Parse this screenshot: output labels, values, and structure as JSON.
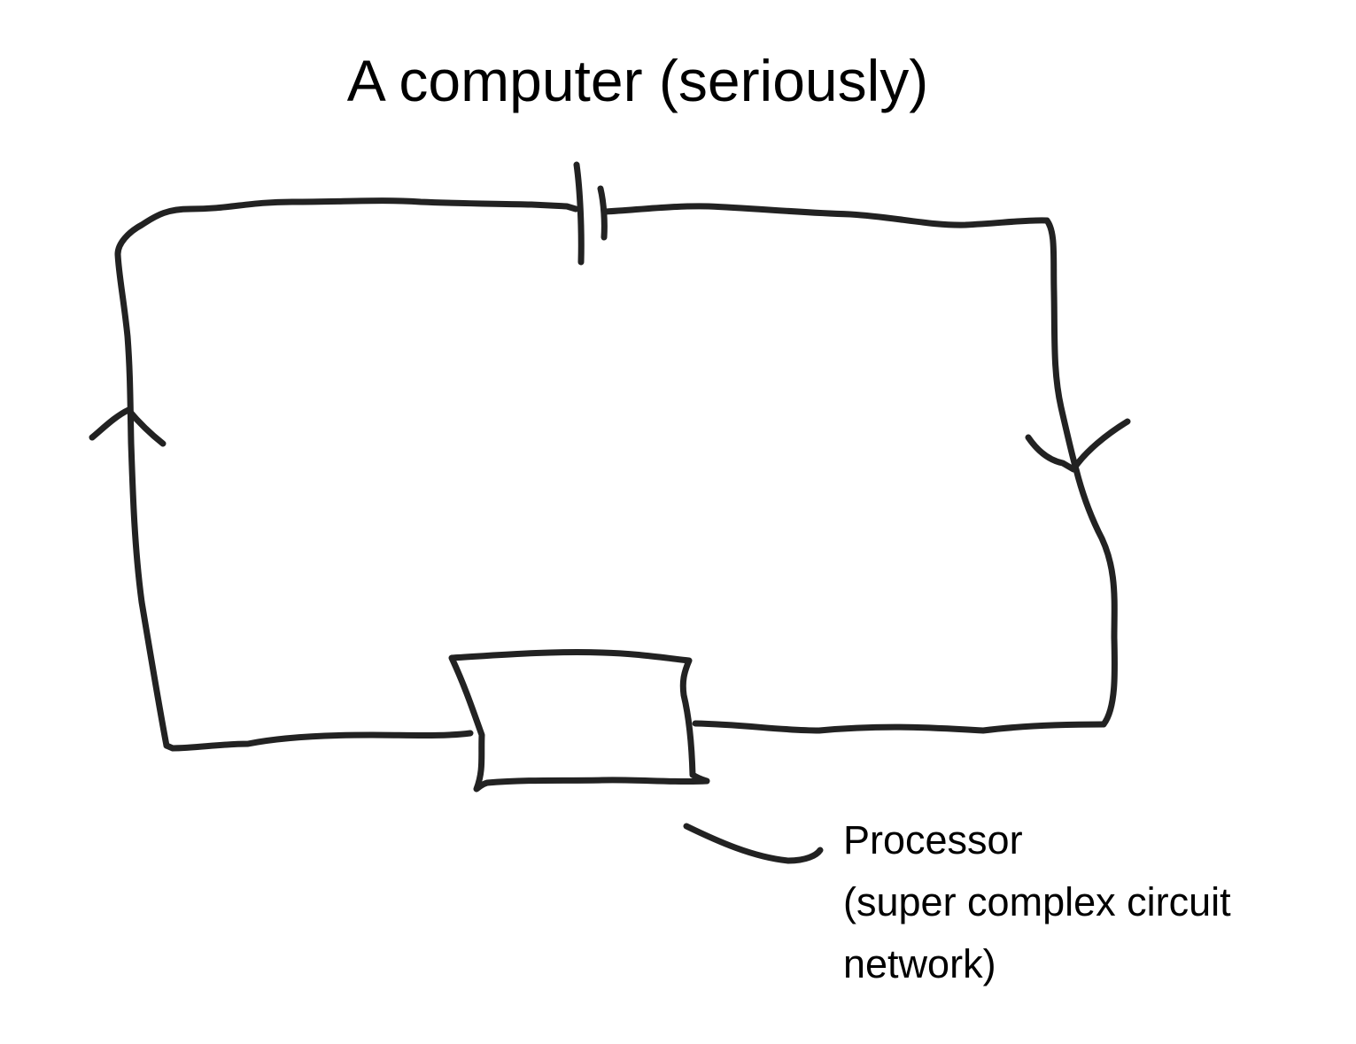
{
  "diagram": {
    "title": "A computer (seriously)",
    "components": {
      "battery": "battery-symbol",
      "processor": "processor-box"
    },
    "current_direction": "clockwise",
    "processor_label": {
      "line1": "Processor",
      "line2": "(super complex circuit",
      "line3": "network)"
    },
    "ink_color": "#222222"
  }
}
